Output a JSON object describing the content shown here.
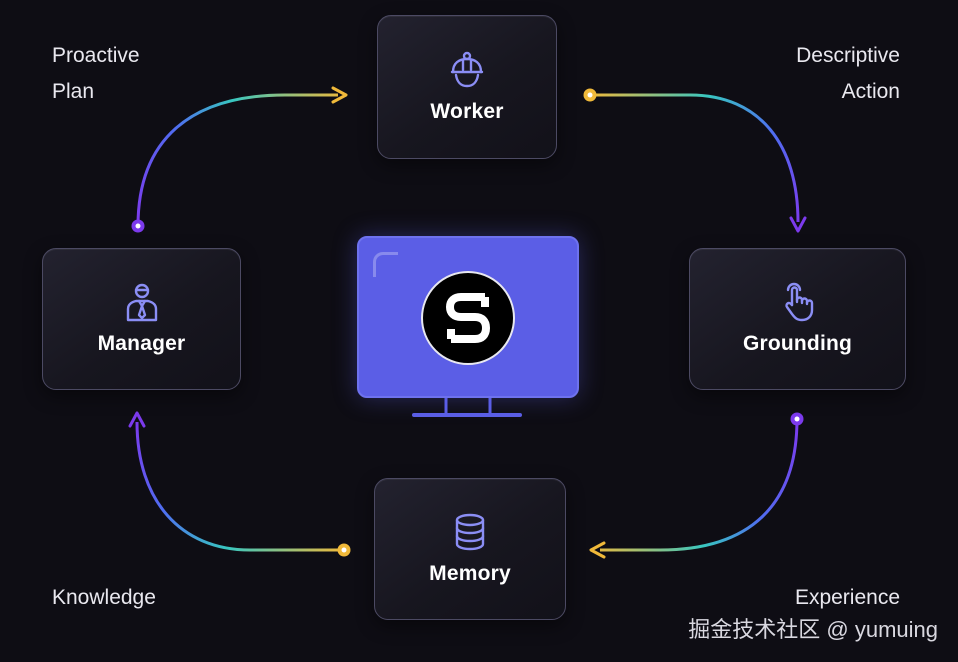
{
  "nodes": {
    "worker": {
      "label": "Worker",
      "icon": "hard-hat-icon"
    },
    "manager": {
      "label": "Manager",
      "icon": "businessman-icon"
    },
    "grounding": {
      "label": "Grounding",
      "icon": "pointer-hand-icon"
    },
    "memory": {
      "label": "Memory",
      "icon": "database-icon"
    },
    "center": {
      "icon": "s-logo-icon",
      "device": "monitor-icon"
    }
  },
  "edge_labels": {
    "manager_to_worker": [
      "Proactive",
      "Plan"
    ],
    "worker_to_grounding": [
      "Descriptive",
      "Action"
    ],
    "grounding_to_memory": [
      "Experience"
    ],
    "memory_to_manager": [
      "Knowledge"
    ]
  },
  "watermark": "掘金技术社区 @ yumuing",
  "colors": {
    "background": "#0e0d14",
    "node_border": "#4c4a63",
    "monitor": "#5b5ee6",
    "arrow_gold": "#f0b93a",
    "arrow_purple": "#7c3aed",
    "arrow_teal": "#38c6c0",
    "icon_stroke": "#8b8ef5"
  }
}
